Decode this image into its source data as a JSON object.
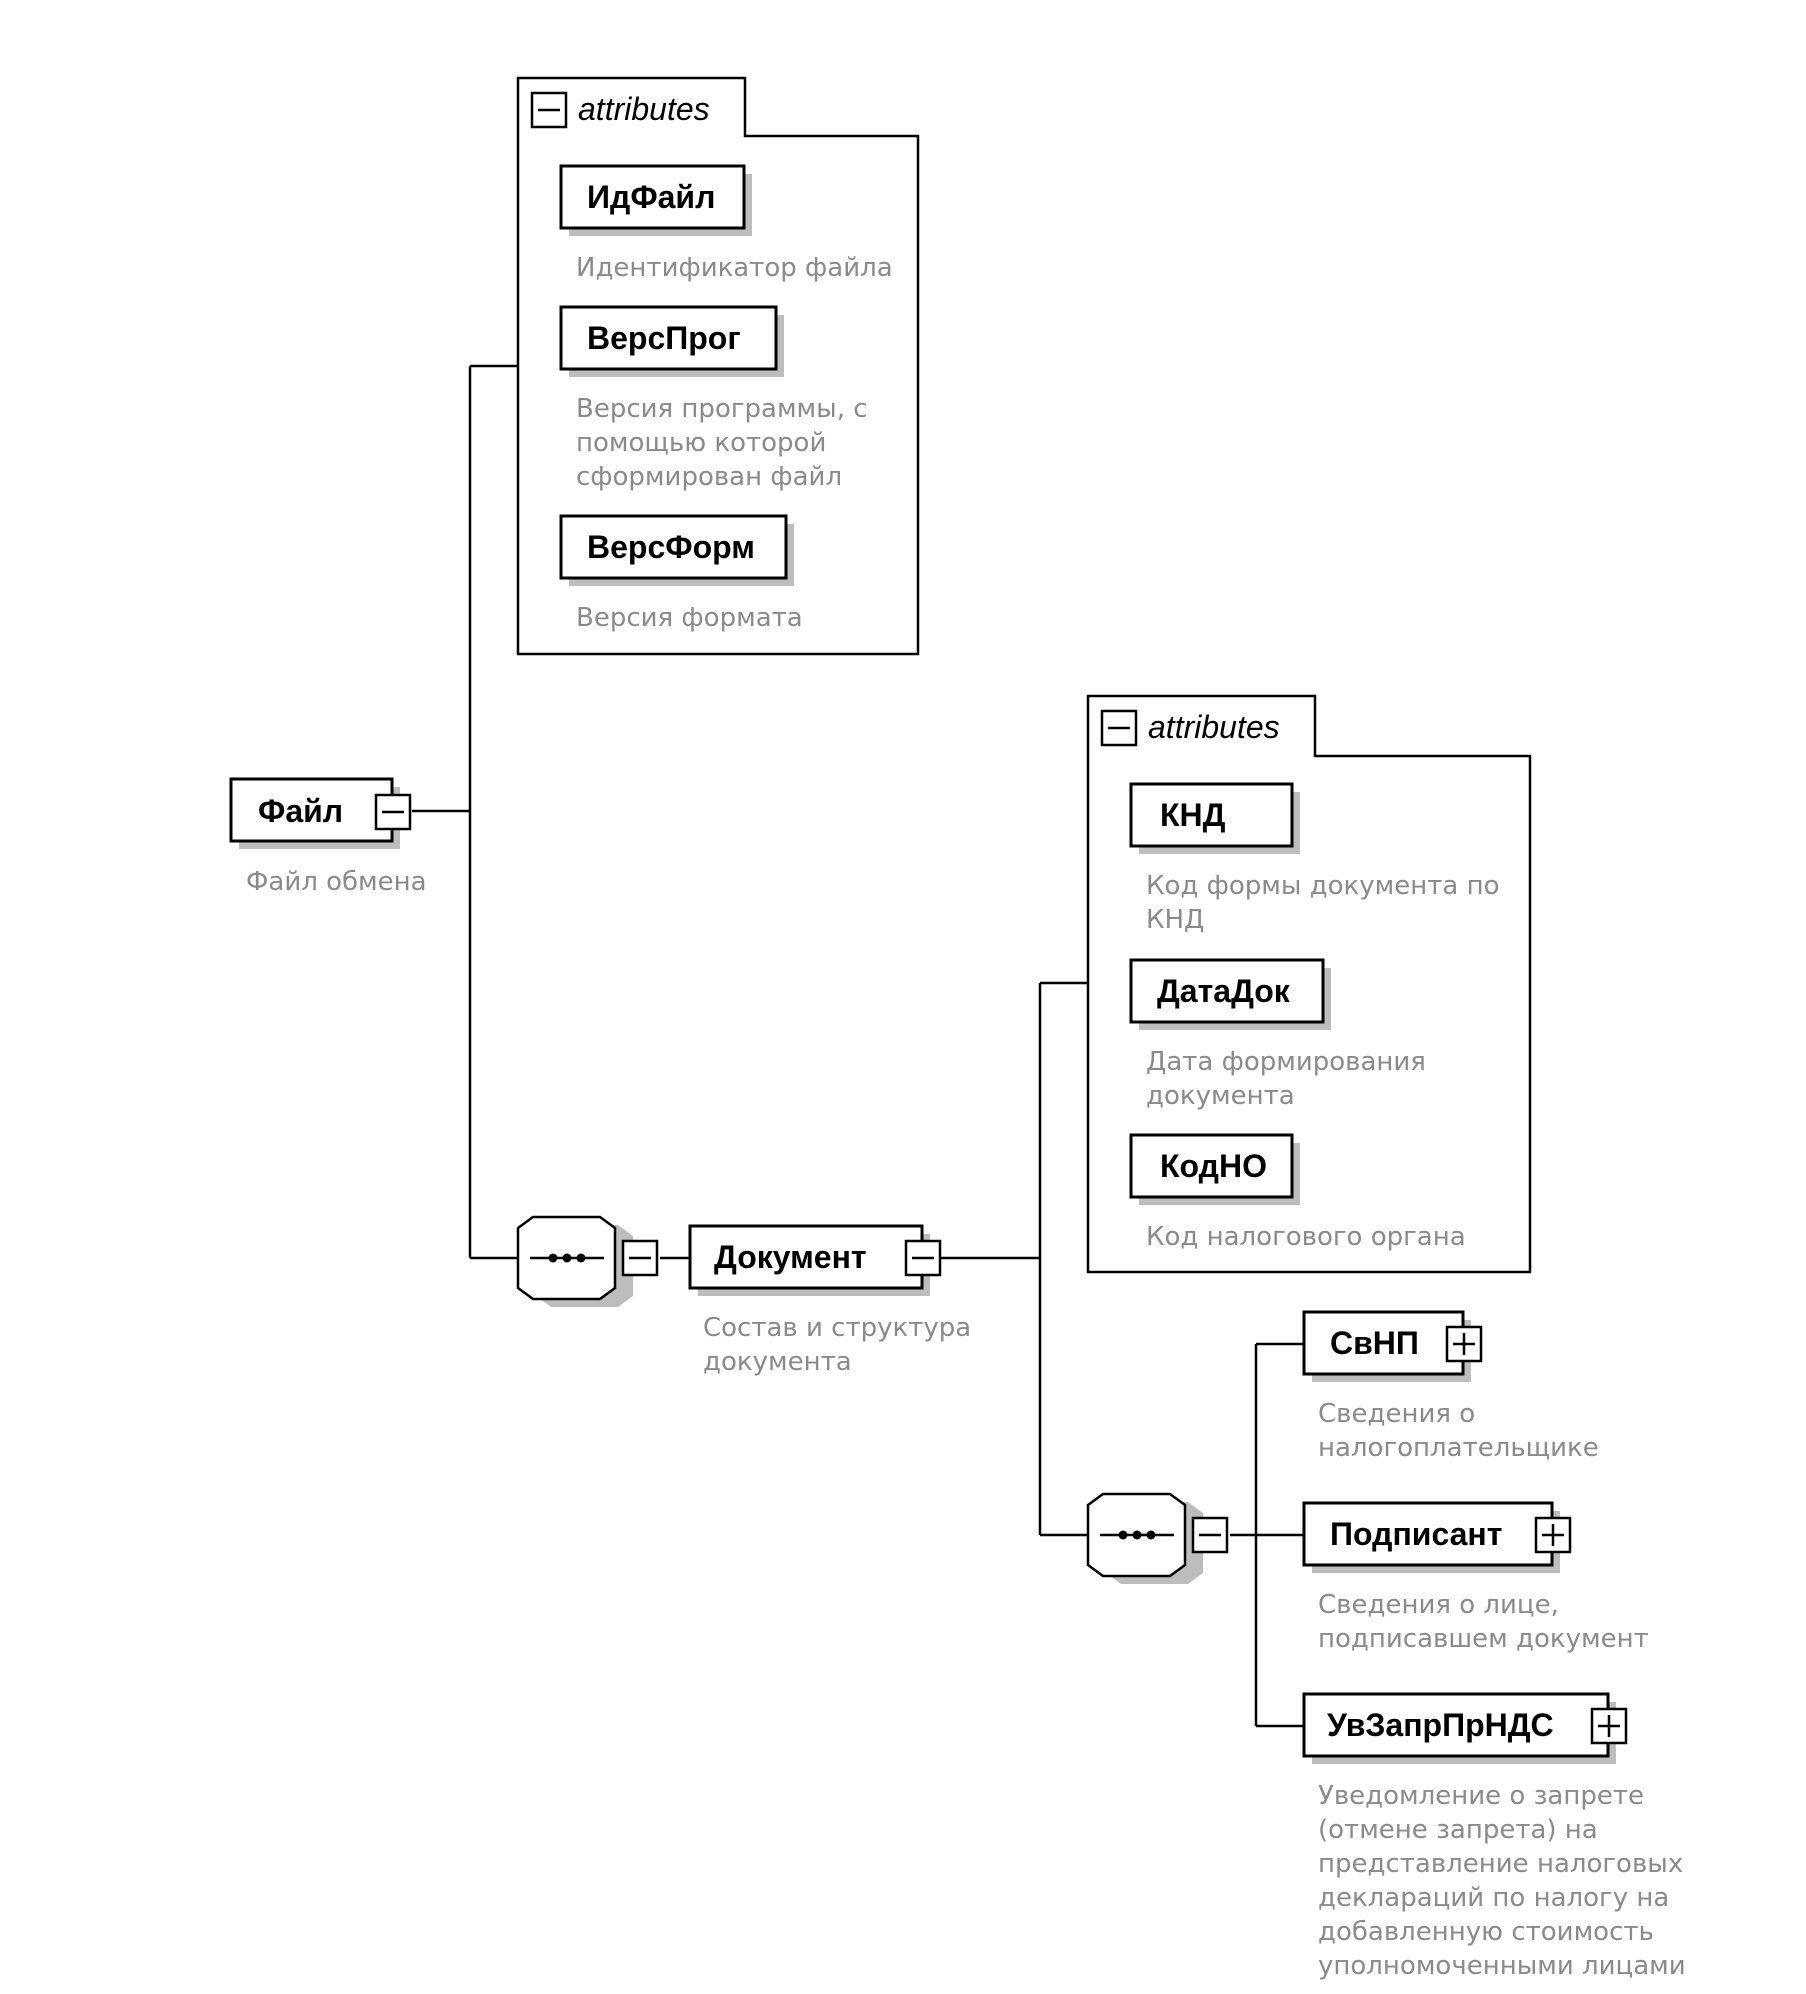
{
  "root": {
    "name": "Файл",
    "description": "Файл обмена",
    "attributes_label": "attributes",
    "attributes": [
      {
        "name": "ИдФайл",
        "description": [
          "Идентификатор файла"
        ]
      },
      {
        "name": "ВерсПрог",
        "description": [
          "Версия программы, с",
          "помощью которой",
          "сформирован файл"
        ]
      },
      {
        "name": "ВерсФорм",
        "description": [
          "Версия формата"
        ]
      }
    ]
  },
  "document": {
    "name": "Документ",
    "description": [
      "Состав и структура",
      "документа"
    ],
    "attributes_label": "attributes",
    "attributes": [
      {
        "name": "КНД",
        "description": [
          "Код формы документа по",
          "КНД"
        ]
      },
      {
        "name": "ДатаДок",
        "description": [
          "Дата формирования",
          "документа"
        ]
      },
      {
        "name": "КодНО",
        "description": [
          "Код налогового органа"
        ]
      }
    ],
    "children": [
      {
        "name": "СвНП",
        "description": [
          "Сведения о",
          "налогоплательщике"
        ]
      },
      {
        "name": "Подписант",
        "description": [
          "Сведения о лице,",
          "подписавшем документ"
        ]
      },
      {
        "name": "УвЗапрПрНДС",
        "description": [
          "Уведомление о запрете",
          "(отмене запрета) на",
          "представление налоговых",
          "деклараций по налогу на",
          "добавленную стоимость",
          "уполномоченными лицами"
        ]
      }
    ]
  }
}
